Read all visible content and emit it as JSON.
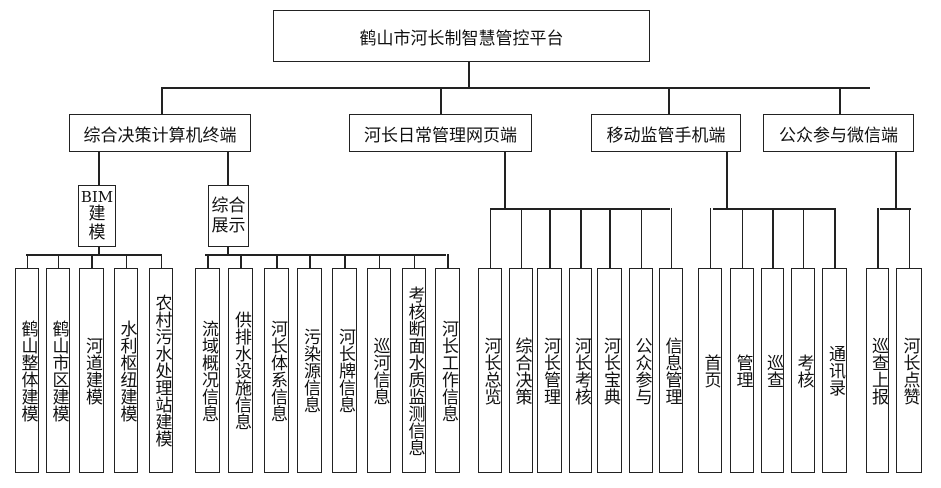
{
  "title": "鹤山市河长制智慧管控平台",
  "branches": [
    {
      "label": "综合决策计算机终端",
      "groups": [
        {
          "label_lines": [
            "BIM",
            "建",
            "模"
          ],
          "items": [
            "鹤山整体建模",
            "鹤山市区建模",
            "河道建模",
            "水利枢纽建模",
            "农村污水处理站建模"
          ]
        },
        {
          "label_lines": [
            "综合",
            "展示"
          ],
          "items": [
            "流域概况信息",
            "供排水设施信息",
            "河长体系信息",
            "污染源信息",
            "河长牌信息",
            "巡河信息",
            "考核断面水质监测信息",
            "河长工作信息"
          ]
        }
      ]
    },
    {
      "label": "河长日常管理网页端",
      "items": [
        "河长总览",
        "综合决策",
        "河长管理",
        "河长考核",
        "河长宝典",
        "公众参与",
        "信息管理"
      ]
    },
    {
      "label": "移动监管手机端",
      "items": [
        "首页",
        "管理",
        "巡查",
        "考核",
        "通讯录"
      ]
    },
    {
      "label": "公众参与微信端",
      "items": [
        "巡查上报",
        "河长点赞"
      ]
    }
  ]
}
